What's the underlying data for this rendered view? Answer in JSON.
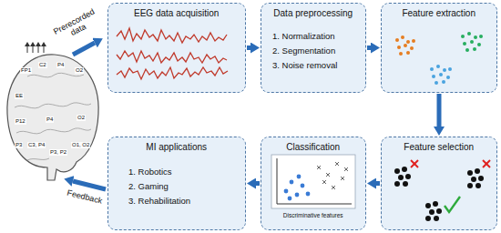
{
  "diagram": {
    "nodes": [
      {
        "text": [
          "EEG data acquisition"
        ]
      },
      {
        "text": [
          "Data preprocessing",
          "1. Normalization",
          "2. Segmentation",
          "3. Noise removal"
        ]
      },
      {
        "text": [
          "Feature extraction"
        ]
      },
      {
        "text": [
          "Feature selection"
        ]
      },
      {
        "text": [
          "Classification",
          "Discriminative features"
        ]
      },
      {
        "text": [
          "MI applications",
          "1. Robotics",
          "2. Gaming",
          "3. Rehabilitation"
        ]
      }
    ],
    "edges": [
      {
        "from": 0,
        "to": 1,
        "arrow": "to"
      },
      {
        "from": 1,
        "to": 2,
        "arrow": "to"
      },
      {
        "from": 2,
        "to": 3,
        "arrow": "to"
      },
      {
        "from": 3,
        "to": 4,
        "arrow": "to"
      },
      {
        "from": 4,
        "to": 5,
        "arrow": "to"
      }
    ],
    "labels": [
      "Prerecorded data",
      "Feedback",
      "FP1",
      "C2",
      "P4",
      "O2",
      "EE",
      "P12",
      "P4",
      "O2",
      "P3",
      "C3, P4",
      "P3, P2",
      "O1, O2"
    ]
  }
}
